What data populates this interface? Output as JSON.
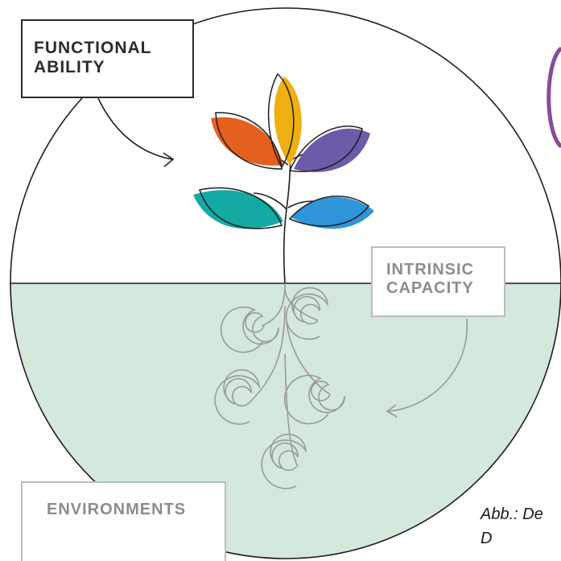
{
  "labels": {
    "functional_ability": [
      "FUNCTIONAL",
      "ABILITY"
    ],
    "intrinsic_capacity": [
      "INTRINSIC",
      "CAPACITY"
    ],
    "environments": "ENVIRONMENTS"
  },
  "caption": {
    "line1": "Abb.: De",
    "line2": "D"
  },
  "colors": {
    "ground": "#d4e8dc",
    "outline": "#1e1e1e",
    "spiral": "#9a9a9a",
    "leaf_top": "#eeb010",
    "leaf_orange": "#e5601f",
    "leaf_purple": "#6b5ba8",
    "leaf_teal": "#12aaa2",
    "leaf_blue": "#2e96d8",
    "logo_arc": "#8a4a9a"
  },
  "icons": {
    "plant": "plant-icon",
    "roots": "spiral-roots-icon",
    "arrow_functional": "curved-arrow-icon",
    "arrow_intrinsic": "curved-arrow-icon",
    "logo_fragment": "logo-arc-icon"
  }
}
